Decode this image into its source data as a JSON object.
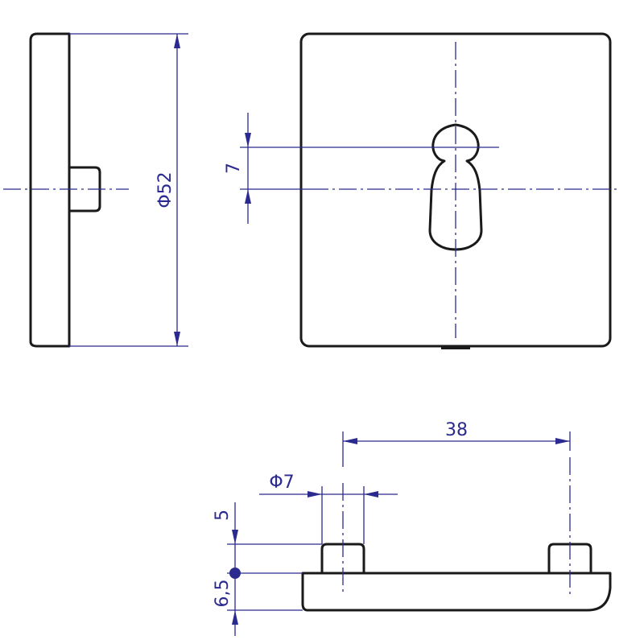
{
  "drawing": {
    "dimensions": {
      "diameter_52": "Φ52",
      "height_7": "7",
      "spacing_38": "38",
      "diameter_7": "Φ7",
      "pin_height_5": "5",
      "plate_thickness_6_5": "6,5"
    }
  },
  "colors": {
    "outline": "#1a1a1a",
    "dimension": "#2b2b8f",
    "background": "#ffffff"
  }
}
